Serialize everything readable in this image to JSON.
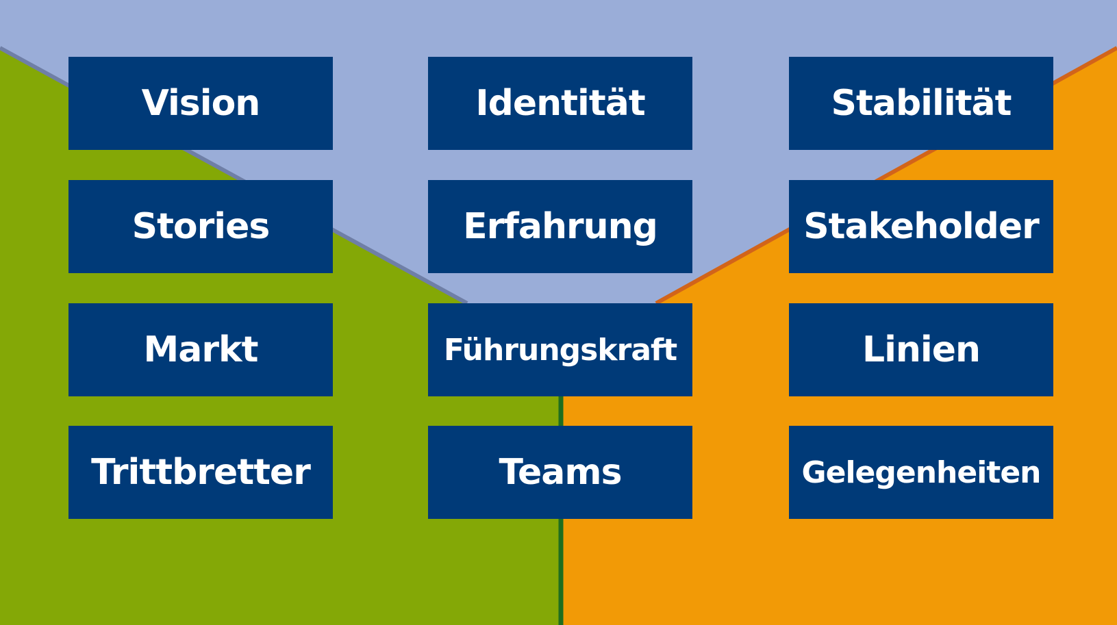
{
  "colors": {
    "top_region": "#9aadd8",
    "left_region": "#84a806",
    "right_region": "#f29a06",
    "divider_line": "#1f6e1f",
    "left_edge": "#6f7fa6",
    "right_edge": "#d2641a",
    "box_fill": "#003a78",
    "box_text": "#ffffff"
  },
  "boxes": [
    {
      "label": "Vision"
    },
    {
      "label": "Identität"
    },
    {
      "label": "Stabilität"
    },
    {
      "label": "Stories"
    },
    {
      "label": "Erfahrung"
    },
    {
      "label": "Stakeholder"
    },
    {
      "label": "Markt"
    },
    {
      "label": "Führungskraft"
    },
    {
      "label": "Linien"
    },
    {
      "label": "Trittbretter"
    },
    {
      "label": "Teams"
    },
    {
      "label": "Gelegenheiten"
    }
  ]
}
